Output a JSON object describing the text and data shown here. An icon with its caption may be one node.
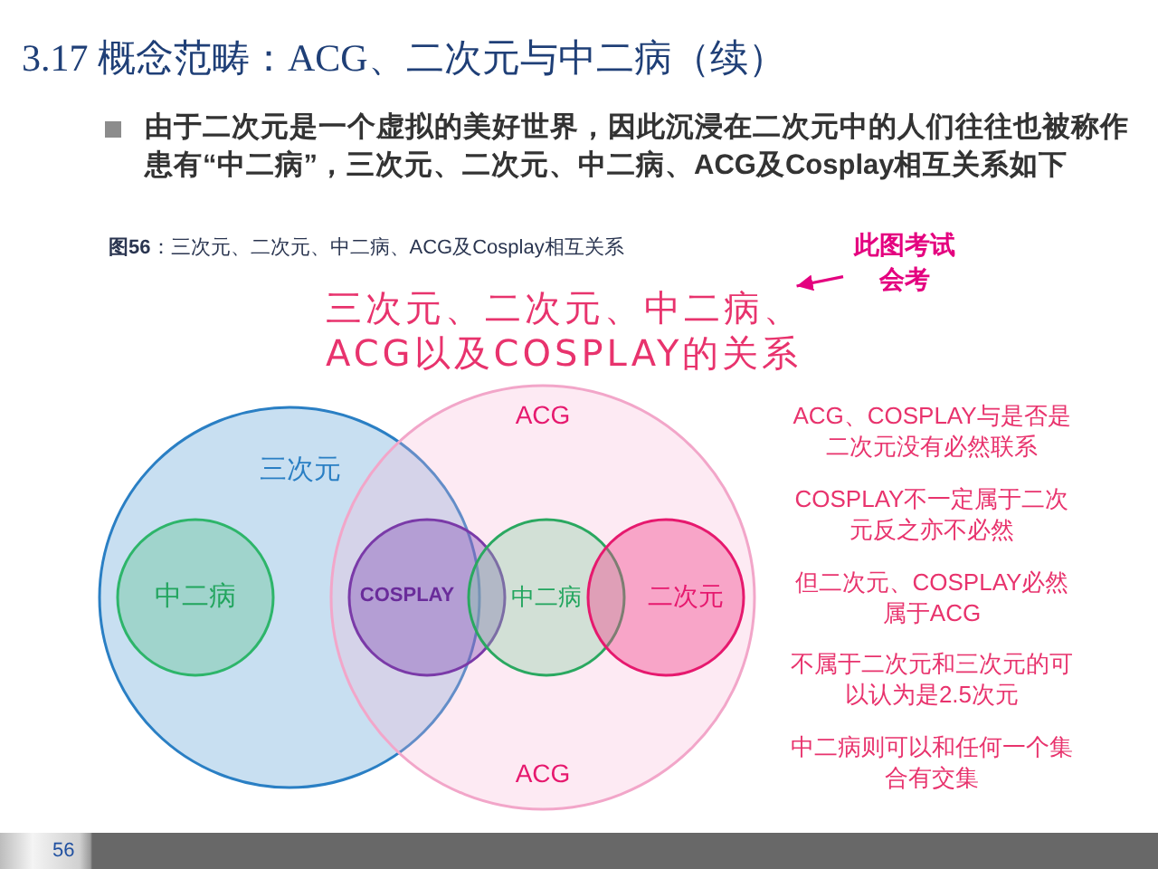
{
  "diagram": {
    "title": "3.17 概念范畴：ACG、二次元与中二病（续）",
    "caption": "**图56**：三次元、二次元、中二病、ACG及Cosplay相互关系",
    "nodes": [
      {
        "text": [
          "此图考试会考"
        ]
      },
      {
        "text": [
          "三次元、二次元、中二病、ACG以及COSPLAY的关系"
        ]
      },
      {
        "text": [
          "三次元"
        ]
      },
      {
        "text": [
          "中二病"
        ],
        "in": 2
      },
      {
        "text": [
          "ACG",
          "ACG"
        ]
      },
      {
        "text": [
          "COSPLAY"
        ],
        "in": 4
      },
      {
        "text": [
          "中二病"
        ],
        "in": 4
      },
      {
        "text": [
          "二次元"
        ],
        "in": 4
      }
    ],
    "edges": [
      {
        "from": 0,
        "to": 1,
        "arrow": "to"
      }
    ],
    "labels": [
      "由于二次元是一个虚拟的美好世界，因此沉浸在二次元中的人们往往也被称作患有“中二病”，**三次元、二次元、中二病、ACG及Cosplay相互关系如下**",
      "ACG、COSPLAY与是否是二次元没有必然联系",
      "COSPLAY不一定属于二次元反之亦不必然",
      "但二次元、COSPLAY必然属于ACG",
      "不属于二次元和三次元的可以认为是2.5次元",
      "中二病则可以和任何一个集合有交集",
      "56"
    ]
  }
}
